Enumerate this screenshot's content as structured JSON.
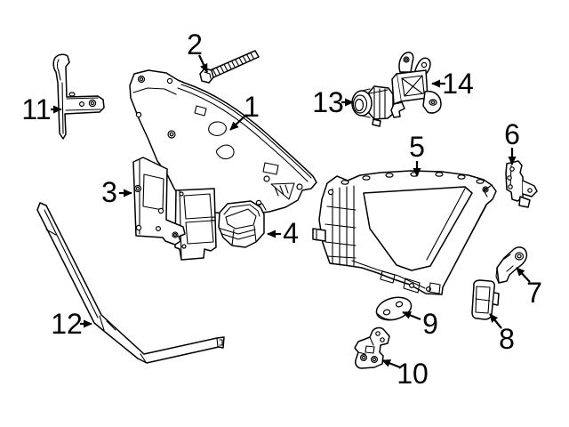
{
  "diagram": {
    "type": "exploded-parts-diagram",
    "background_color": "#ffffff",
    "line_color": "#000000",
    "callouts": [
      {
        "number": "1"
      },
      {
        "number": "2"
      },
      {
        "number": "3"
      },
      {
        "number": "4"
      },
      {
        "number": "5"
      },
      {
        "number": "6"
      },
      {
        "number": "7"
      },
      {
        "number": "8"
      },
      {
        "number": "9"
      },
      {
        "number": "10"
      },
      {
        "number": "11"
      },
      {
        "number": "12"
      },
      {
        "number": "13"
      },
      {
        "number": "14"
      }
    ]
  }
}
